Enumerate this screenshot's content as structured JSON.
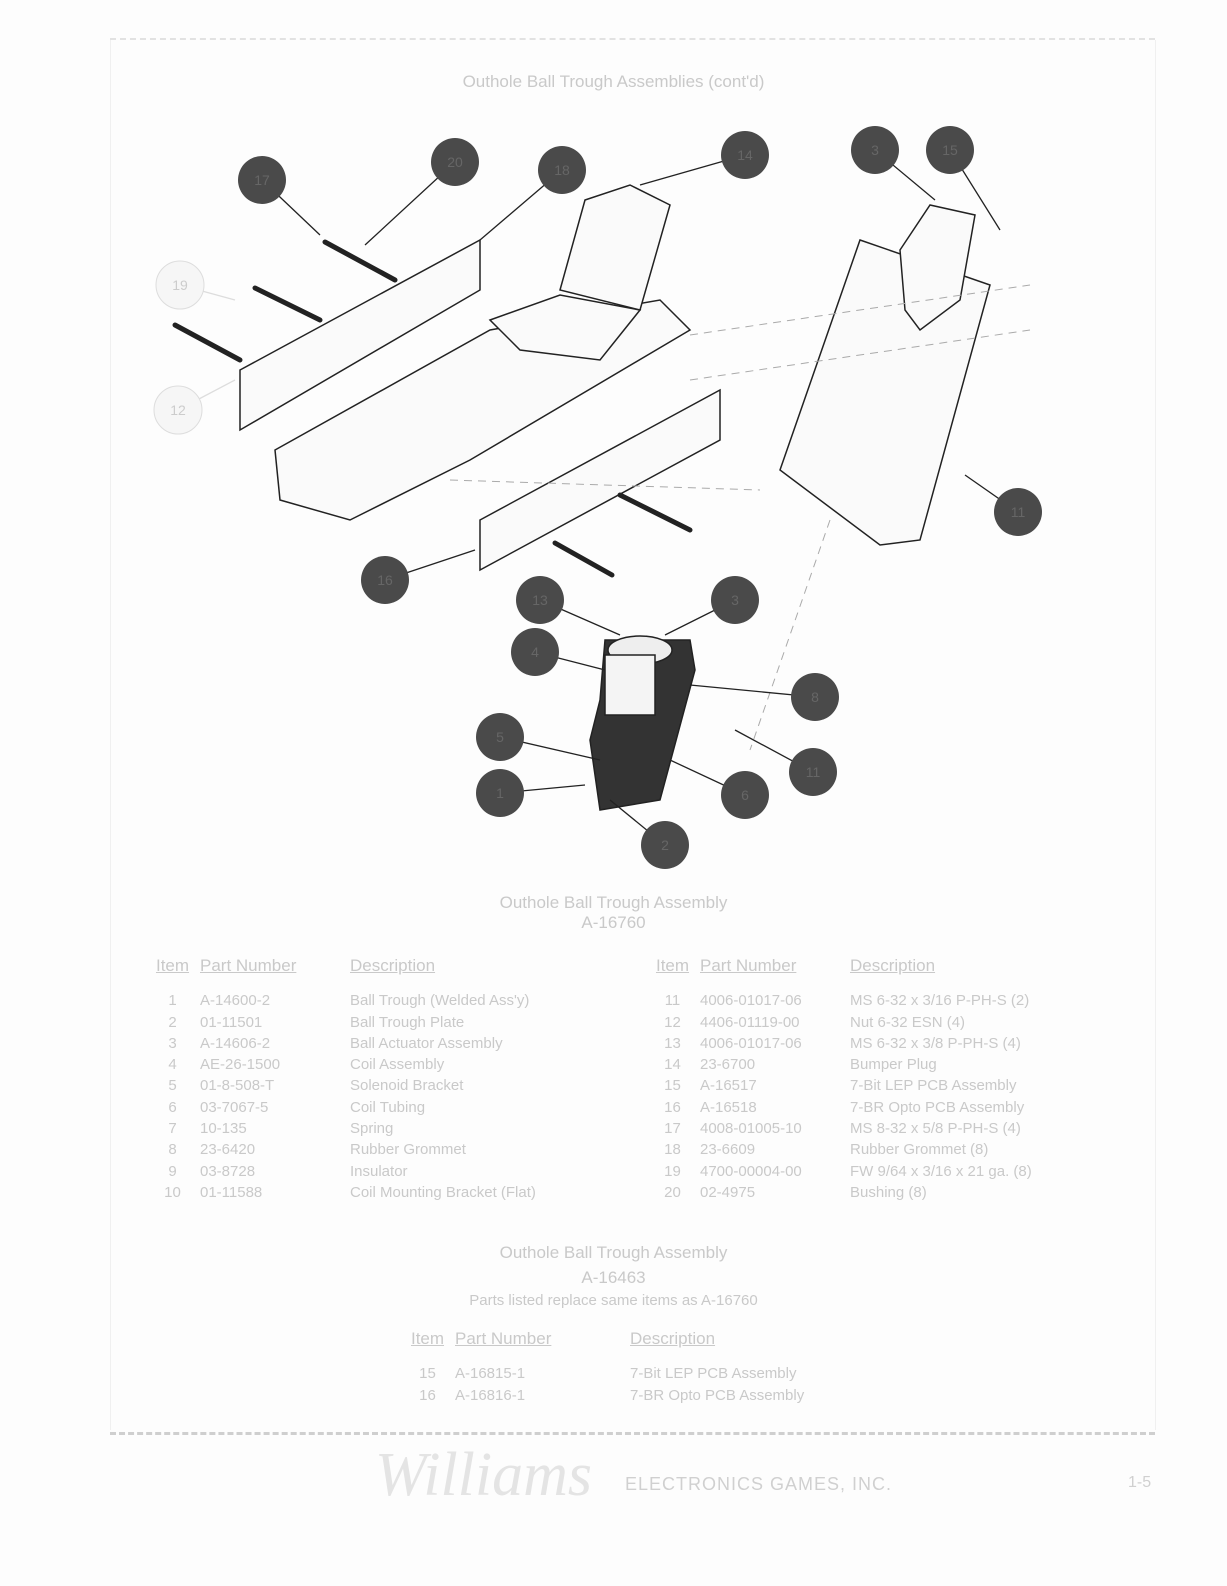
{
  "page_title": "Outhole Ball Trough Assemblies (cont'd)",
  "diagram": {
    "callouts": [
      "17",
      "20",
      "18",
      "14",
      "3",
      "15",
      "11",
      "16",
      "13",
      "3",
      "4",
      "8",
      "5",
      "1",
      "6",
      "11",
      "2",
      "19",
      "12"
    ]
  },
  "assembly1": {
    "title": "Outhole Ball Trough Assembly",
    "part": "A-16760",
    "headers": {
      "item": "Item",
      "part": "Part Number",
      "desc": "Description"
    },
    "left_rows": [
      {
        "item": "1",
        "part": "A-14600-2",
        "desc": "Ball Trough (Welded Ass'y)"
      },
      {
        "item": "2",
        "part": "01-11501",
        "desc": "Ball Trough Plate"
      },
      {
        "item": "3",
        "part": "A-14606-2",
        "desc": "Ball Actuator Assembly"
      },
      {
        "item": "4",
        "part": "AE-26-1500",
        "desc": "Coil Assembly"
      },
      {
        "item": "5",
        "part": "01-8-508-T",
        "desc": "Solenoid Bracket"
      },
      {
        "item": "6",
        "part": "03-7067-5",
        "desc": "Coil Tubing"
      },
      {
        "item": "7",
        "part": "10-135",
        "desc": "Spring"
      },
      {
        "item": "8",
        "part": "23-6420",
        "desc": "Rubber Grommet"
      },
      {
        "item": "9",
        "part": "03-8728",
        "desc": "Insulator"
      },
      {
        "item": "10",
        "part": "01-11588",
        "desc": "Coil Mounting Bracket (Flat)"
      }
    ],
    "right_rows": [
      {
        "item": "11",
        "part": "4006-01017-06",
        "desc": "MS 6-32 x 3/16 P-PH-S (2)"
      },
      {
        "item": "12",
        "part": "4406-01119-00",
        "desc": "Nut 6-32 ESN (4)"
      },
      {
        "item": "13",
        "part": "4006-01017-06",
        "desc": "MS 6-32 x 3/8 P-PH-S (4)"
      },
      {
        "item": "14",
        "part": "23-6700",
        "desc": "Bumper Plug"
      },
      {
        "item": "15",
        "part": "A-16517",
        "desc": "7-Bit LEP PCB Assembly"
      },
      {
        "item": "16",
        "part": "A-16518",
        "desc": "7-BR Opto PCB Assembly"
      },
      {
        "item": "17",
        "part": "4008-01005-10",
        "desc": "MS 8-32 x 5/8 P-PH-S (4)"
      },
      {
        "item": "18",
        "part": "23-6609",
        "desc": "Rubber Grommet (8)"
      },
      {
        "item": "19",
        "part": "4700-00004-00",
        "desc": "FW 9/64 x 3/16 x 21 ga. (8)"
      },
      {
        "item": "20",
        "part": "02-4975",
        "desc": "Bushing (8)"
      }
    ]
  },
  "assembly2": {
    "title": "Outhole Ball Trough Assembly",
    "part": "A-16463",
    "note": "Parts listed replace same items as A-16760",
    "headers": {
      "item": "Item",
      "part": "Part Number",
      "desc": "Description"
    },
    "rows": [
      {
        "item": "15",
        "part": "A-16815-1",
        "desc": "7-Bit LEP PCB Assembly"
      },
      {
        "item": "16",
        "part": "A-16816-1",
        "desc": "7-BR Opto PCB Assembly"
      }
    ]
  },
  "footer": {
    "logo": "Williams",
    "company": "ELECTRONICS GAMES, INC.",
    "page": "1-5"
  },
  "colors": {
    "text": "#c9c9c9",
    "callout": "#4a4a4a",
    "line": "#222222"
  }
}
